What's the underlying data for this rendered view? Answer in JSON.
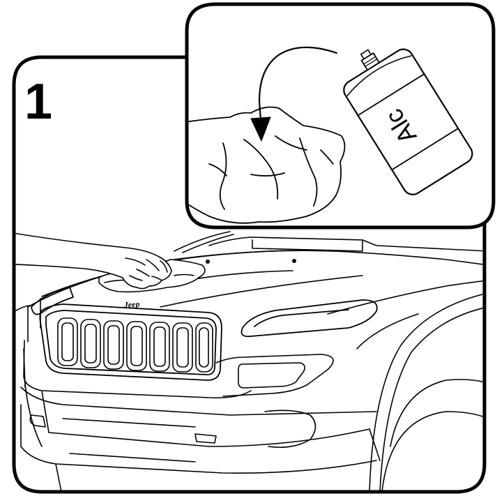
{
  "step": {
    "number": "1"
  },
  "inset": {
    "can_label": "Alc"
  },
  "vehicle": {
    "badge": "Jeep"
  }
}
